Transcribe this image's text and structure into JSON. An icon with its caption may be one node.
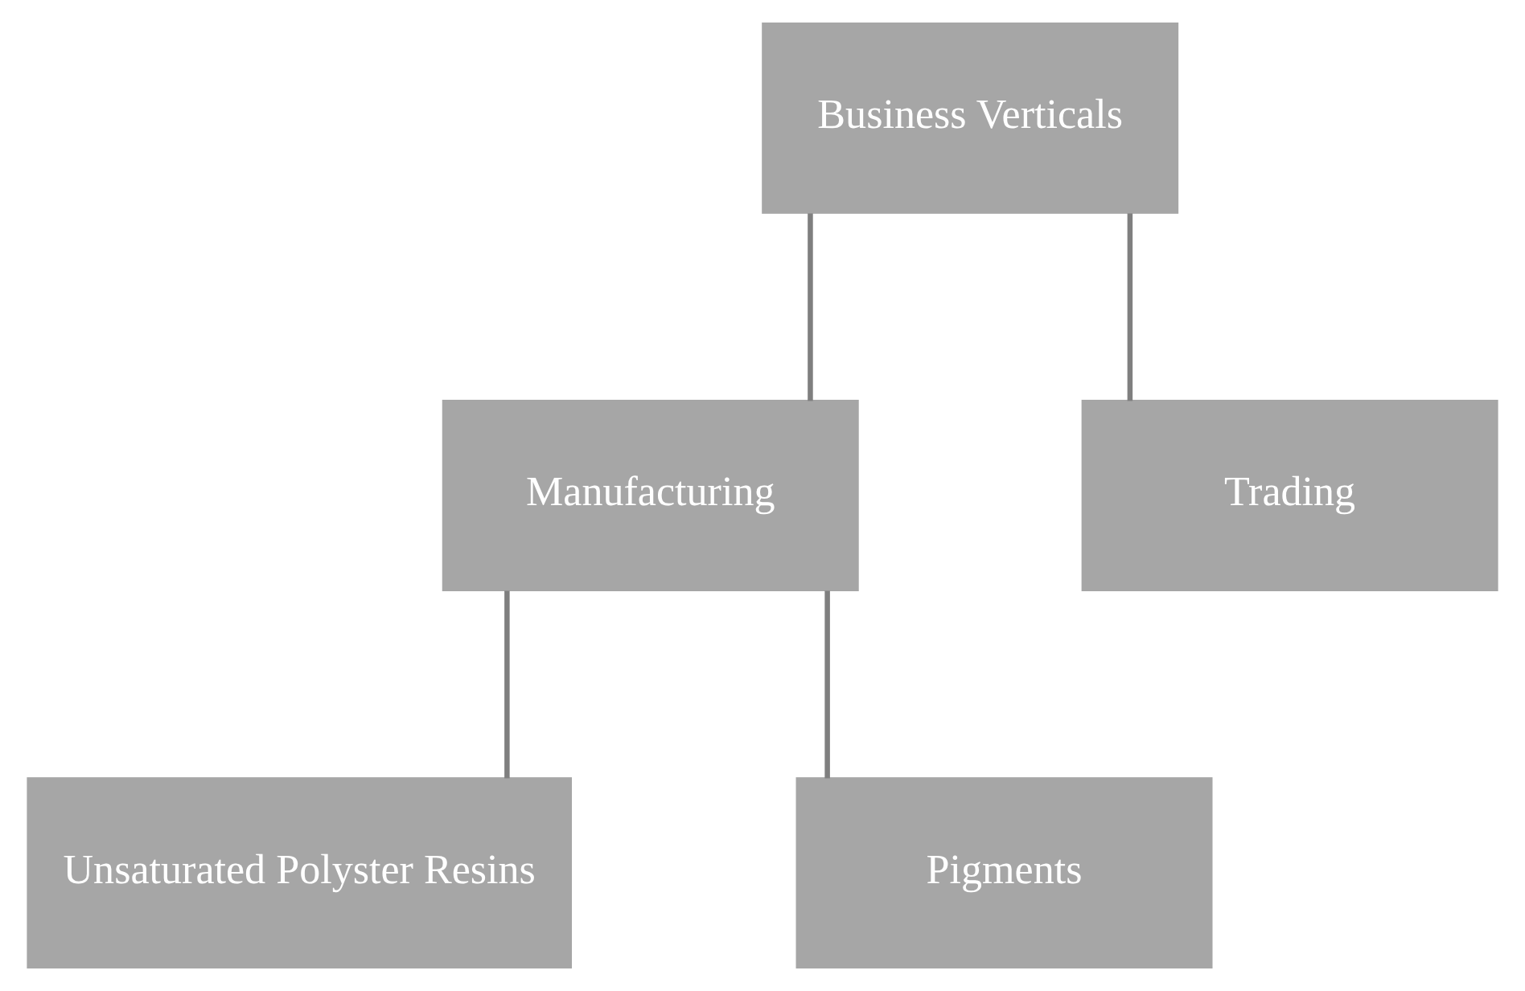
{
  "diagram": {
    "nodes": [
      {
        "text": [
          "Business Verticals"
        ]
      },
      {
        "text": [
          "Manufacturing"
        ]
      },
      {
        "text": [
          "Trading"
        ]
      },
      {
        "text": [
          "Unsaturated Polyster Resins"
        ]
      },
      {
        "text": [
          "Pigments"
        ]
      }
    ],
    "edges": [
      {
        "from": 0,
        "to": 1,
        "arrow": "none"
      },
      {
        "from": 0,
        "to": 2,
        "arrow": "none"
      },
      {
        "from": 1,
        "to": 3,
        "arrow": "none"
      },
      {
        "from": 1,
        "to": 4,
        "arrow": "none"
      }
    ]
  }
}
